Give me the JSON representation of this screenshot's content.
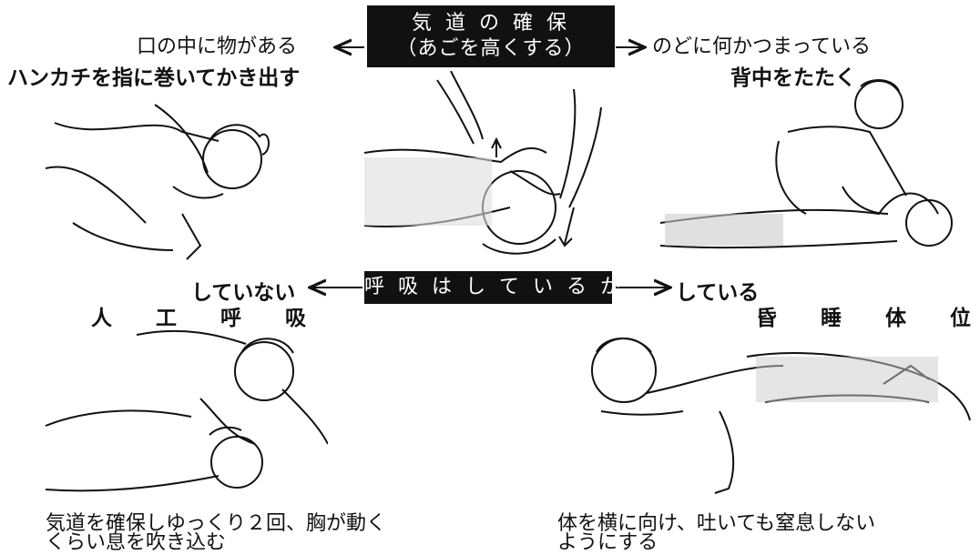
{
  "top": {
    "center_box": {
      "line1": "気 道 の 確 保",
      "line2": "（あごを高くする）"
    },
    "left_lines": {
      "line1": "口の中に物がある",
      "line2": "ハンカチを指に巻いてかき出す"
    },
    "right_lines": {
      "line1": "のどに何かつまっている",
      "line2": "背中をたたく"
    }
  },
  "middle": {
    "center_box": "呼 吸 は し て い る か",
    "left_label": "していない",
    "left_title": "人 工 呼 吸",
    "right_label": "している",
    "right_title": "昏 睡 体 位"
  },
  "captions": {
    "bottom_left": {
      "line1": "気道を確保しゆっくり２回、胸が動く",
      "line2": "くらい息を吹き込む"
    },
    "bottom_right": {
      "line1": "体を横に向け、吐いても窒息しない",
      "line2": "ようにする"
    }
  }
}
